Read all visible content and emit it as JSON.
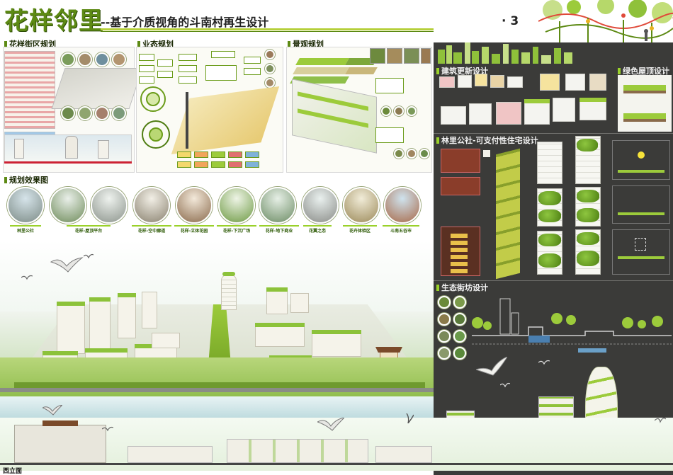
{
  "header": {
    "title": "花样邻里",
    "subtitle": "--基于介质视角的斗南村再生设计",
    "page_number": "· 3"
  },
  "sections": {
    "street_plan": "花样街区规划",
    "business_plan": "业态规划",
    "landscape_plan": "景观规划",
    "planning_effects": "规划效果图",
    "building_renewal": "建筑更新设计",
    "green_roof": "绿色屋顶设计",
    "affordable_housing": "林里公社-可支付性住宅设计",
    "eco_street": "生态街坊设计"
  },
  "render_captions": [
    "林里公社",
    "花样-屋顶平台",
    "花样-空中廊道",
    "花样-立体花园",
    "花样-下沉广场",
    "花样-地下商业",
    "花翼之恋",
    "花卉体验区",
    "斗南五谷市"
  ],
  "elevation_label": "西立面",
  "colors": {
    "accent_green": "#5d8a14",
    "lime": "#9ad12a",
    "dark_panel": "#3b3b39"
  },
  "icons": [
    "bird-icon",
    "tree-icon"
  ]
}
